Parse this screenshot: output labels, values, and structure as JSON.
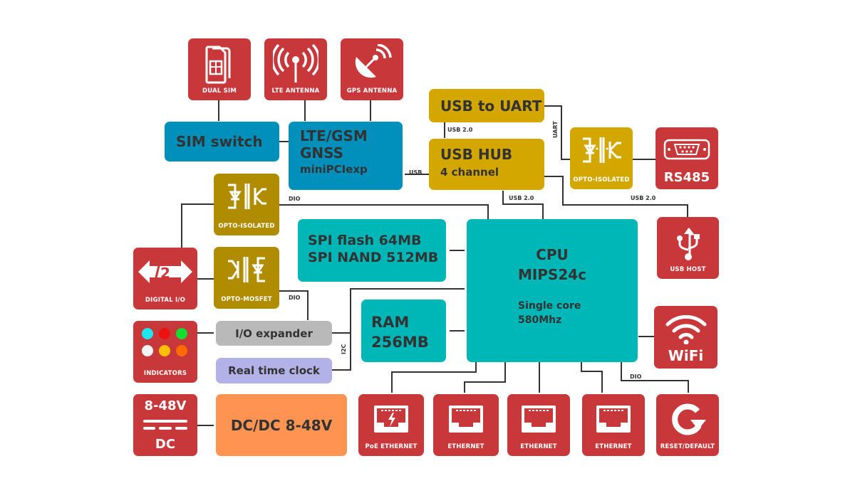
{
  "top_tiles": {
    "dual_sim": "DUAL SIM",
    "lte_antenna": "LTE ANTENNA",
    "gps_antenna": "GPS ANTENNA"
  },
  "blocks": {
    "sim_switch": "SIM switch",
    "lte": {
      "line1": "LTE/GSM",
      "line2": "GNSS",
      "line3": "miniPCIexp"
    },
    "usb_uart": "USB to UART",
    "usb_hub": {
      "line1": "USB HUB",
      "line2": "4 channel"
    },
    "spi": {
      "line1": "SPI flash 64MB",
      "line2": "SPI NAND 512MB"
    },
    "ram": {
      "line1": "RAM",
      "line2": "256MB"
    },
    "cpu": {
      "line1": "CPU",
      "line2": "MIPS24c",
      "line3": "Single core",
      "line4": "580Mhz"
    },
    "io_expander": "I/O expander",
    "rtc": "Real time clock",
    "dcdc": "DC/DC 8-48V"
  },
  "opto": {
    "opto_isolated_left": "OPTO-ISOLATED",
    "opto_mosfet": "OPTO-MOSFET",
    "opto_isolated_right": "OPTO-ISOLATED"
  },
  "side_tiles": {
    "rs485": "RS485",
    "usb_host": "USB HOST",
    "wifi": "WiFi",
    "digital_io": "DIGITAL I/O",
    "digital_io_count": "2",
    "indicators": "INDICATORS",
    "power_voltage": "8-48V",
    "power_type": "DC"
  },
  "indicator_colors": [
    "#1ee6ee",
    "#ee1111",
    "#11dd33",
    "#f4f4f4",
    "#ffc000",
    "#ff6a00"
  ],
  "bottom_tiles": [
    "PoE ETHERNET",
    "ETHERNET",
    "ETHERNET",
    "ETHERNET",
    "RESET/DEFAULT"
  ],
  "wire_labels": {
    "usb": "USB",
    "usb20_a": "USB 2.0",
    "usb20_b": "USB 2.0",
    "usb20_c": "USB 2.0",
    "uart": "UART",
    "dio_a": "DIO",
    "dio_b": "DIO",
    "dio_c": "DIO",
    "i2c": "I2C"
  }
}
